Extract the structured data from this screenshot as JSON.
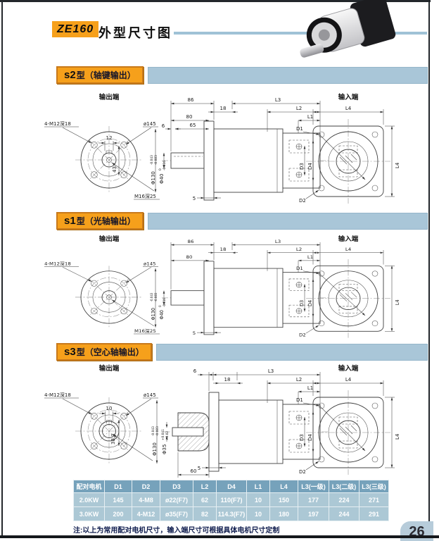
{
  "header": {
    "model": "ZE160",
    "title": "外型尺寸图",
    "photo": "planetary-gearbox-product-photo"
  },
  "sections": [
    {
      "code": "s2",
      "name": "型（轴键输出）",
      "views": {
        "output_label": "输出端",
        "input_label": "输入端"
      },
      "front": {
        "bolt_spec": "4-M12深18",
        "flange_dia": "ø145",
        "key_width": "12",
        "key_height": "43",
        "center_tap": "M16深25"
      },
      "side": {
        "dims": {
          "d86": "86",
          "d18": "18",
          "d80": "80",
          "d6": "6",
          "d65": "65",
          "L3": "L3",
          "L2": "L2",
          "L1": "L1",
          "d5": "5"
        },
        "body_dia": {
          "nom": "Φ130",
          "tol_up": "-0.043",
          "tol_low": "-0.083"
        },
        "shaft_dia": {
          "nom": "Φ40",
          "tol_up": "0",
          "tol_low": "-0.016"
        },
        "D3": "D3",
        "D4": "D4"
      },
      "input": {
        "D1": "D1",
        "D2": "D2",
        "L4_top": "L4",
        "L4_side": "L4"
      }
    },
    {
      "code": "s1",
      "name": "型（光轴输出）",
      "views": {
        "output_label": "输出端",
        "input_label": "输入端"
      },
      "front": {
        "bolt_spec": "4-M12深18",
        "flange_dia": "ø145",
        "center_tap": "M16深25"
      },
      "side": {
        "dims": {
          "d86": "86",
          "d18": "18",
          "d80": "80",
          "L3": "L3",
          "L2": "L2",
          "L1": "L1",
          "d5": "5"
        },
        "body_dia": {
          "nom": "Φ130",
          "tol_up": "-0.043",
          "tol_low": "-0.083"
        },
        "shaft_dia": {
          "nom": "Φ40",
          "tol_up": "0",
          "tol_low": "-0.016"
        },
        "D3": "D3",
        "D4": "D4"
      },
      "input": {
        "D1": "D1",
        "D2": "D2",
        "L4_top": "L4",
        "L4_side": "L4"
      }
    },
    {
      "code": "s3",
      "name": "型（空心轴输出）",
      "views": {
        "output_label": "输出端",
        "input_label": "输入端"
      },
      "front": {
        "bolt_spec": "4-M12深18",
        "flange_dia": "ø145",
        "key_width": "10",
        "key_height": "38.3"
      },
      "side": {
        "dims": {
          "d6": "6",
          "d18": "18",
          "L3": "L3",
          "L2": "L2",
          "L1": "L1",
          "d5": "5",
          "d60": "60"
        },
        "body_dia": {
          "nom": "Φ130",
          "tol_up": "-0.043",
          "tol_low": "-0.083"
        },
        "bore_dia": {
          "nom": "Φ35",
          "tol_up": "+0.041",
          "tol_low": "+0.02"
        },
        "D3": "D3",
        "D4": "D4"
      },
      "input": {
        "D1": "D1",
        "D2": "D2",
        "L4_top": "L4",
        "L4_side": "L4"
      }
    }
  ],
  "table": {
    "headers": [
      "配对电机",
      "D1",
      "D2",
      "D3",
      "L2",
      "D4",
      "L1",
      "L4",
      "L3(一级)",
      "L3(二级)",
      "L3(三级)"
    ],
    "rows": [
      [
        "2.0KW",
        "145",
        "4-M8",
        "ø22(F7)",
        "62",
        "110(F7)",
        "10",
        "150",
        "177",
        "224",
        "271"
      ],
      [
        "3.0KW",
        "200",
        "4-M12",
        "ø35(F7)",
        "82",
        "114.3(F7)",
        "10",
        "180",
        "197",
        "244",
        "291"
      ]
    ]
  },
  "note": "注:以上为常用配对电机尺寸，输入端尺寸可根据具体电机尺寸定制",
  "page_number": "26",
  "colors": {
    "accent_orange": "#F6A01B",
    "badge_border": "#C8791B",
    "panel_blue": "#A9C6D8",
    "table_header_bg": "#76A2BB",
    "table_row_bg": "#ACC8D5",
    "page_tab_bg": "#B7CCDA"
  }
}
